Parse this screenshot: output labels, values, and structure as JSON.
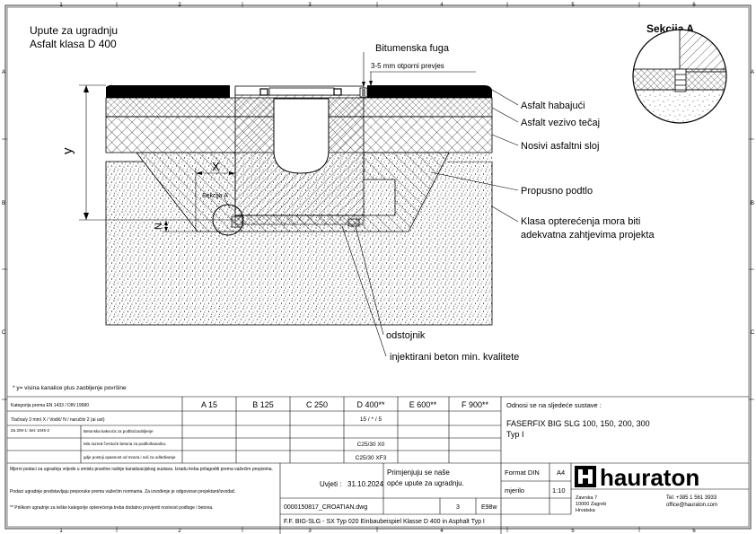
{
  "title": {
    "line1": "Upute za ugradnju",
    "line2": "Asfalt klasa D 400"
  },
  "section": {
    "title": "Sekcija A",
    "marker": "Sekcija A"
  },
  "grid": {
    "cols": [
      "1",
      "2",
      "3",
      "4",
      "5",
      "6"
    ],
    "rows": [
      "A",
      "B",
      "C"
    ]
  },
  "dims": {
    "y": "y",
    "x": "X",
    "n": "N"
  },
  "callouts": {
    "bitumen": "Bitumenska fuga",
    "overlap": "3-5 mm otporni prevjes",
    "wearing": "Asfalt habajući",
    "binder": "Asfalt vezivo tečaj",
    "base": "Nosivi asfaltni sloj",
    "subbase": "Propusno podtlo",
    "load_line1": "Klasa opterećenja mora biti",
    "load_line2": "adekvatna zahtjevima projekta",
    "spacer": "odstojnik",
    "grout": "injektirani beton min. kvalitete"
  },
  "footnote": "* y= visina kanalice plus zaobljenje površine",
  "table": {
    "header_label": "Kategorija prema EN 1433 / DIN 19580",
    "classes": [
      "A 15",
      "B 125",
      "C 250",
      "D 400**",
      "E 600**",
      "F 900**"
    ],
    "rows": [
      {
        "label": "Tlačna/y 3 mm/ X / Vodič/ N / naručitv 2 (ai uot)",
        "d400": "15 / * / 5"
      },
      {
        "label": "Betonska kakvoća za podtlo/zaobljenje",
        "d400": ""
      },
      {
        "label": "Min.razred čvrstoće betona za podtlo/kanalicu",
        "d400": "C25/30 X0"
      },
      {
        "label": "gdje postoji opasnost od mraza i soli za odleđivanje",
        "d400": "C25/30 XF3"
      }
    ],
    "side_label": "Za 200-1: bez 1045-2",
    "left_text_1": "Mjerni podaci za ugradnju vrijede u smislu pravilne radnje kanalizacijskog sustava. Izradu treba prilagoditi prema važećim propisima.",
    "left_text_2": "Podaci ugradnje predstavljaju preporuke prema važećim normama. Za izvođenje je odgovoran projektant/izvođač.",
    "left_text_3": "** Prilikom ugradnje za teške kategorije opterećenja treba dodatno provjeriti nosivost podloge i betona.",
    "reference_label": "Odnosi se na sljedeće sustave :",
    "system_name": "FASERFIX BIG SLG  100, 150, 200, 300",
    "system_type": "Typ I"
  },
  "meta": {
    "uvjeti_label": "Uvjeti :",
    "date": "31.10.2024",
    "note_line1": "Primjenjuju se naše",
    "note_line2": "opće upute za ugradnju.",
    "filename": "0000150817_CROATIAN.dwg",
    "revision": "3",
    "ref": "E98w",
    "format_label": "Format DIN",
    "format_value": "A4",
    "scale_label": "mjerilo",
    "scale_value": "1:10",
    "footer": "F.F. BIG-SLG - SX Typ 020 Einbaubeispiel Klasse D 400 in Asphalt Typ I"
  },
  "company": {
    "logo": "hauraton",
    "address_line1": "Zavrska 7",
    "address_line2": "10000 Zagreb",
    "address_line3": "Hrvatska",
    "phone": "Tel: +385 1 561 3933",
    "email": "office@hauraton.com"
  }
}
